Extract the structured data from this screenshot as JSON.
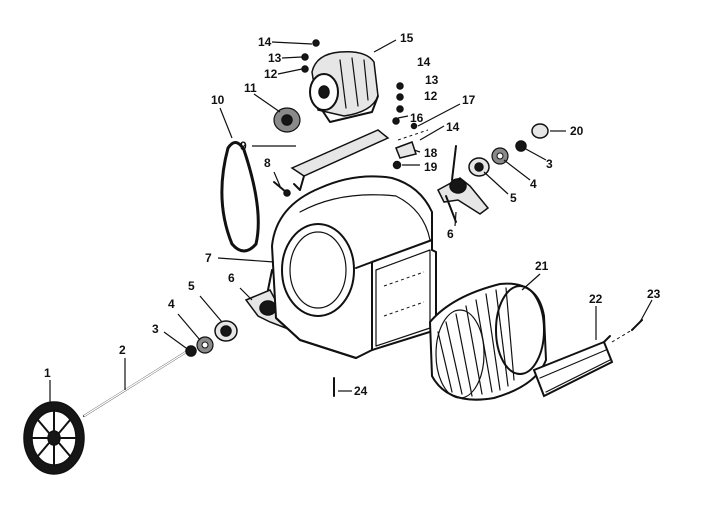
{
  "diagram": {
    "callouts": [
      {
        "id": "c1",
        "text": "1"
      },
      {
        "id": "c2",
        "text": "2"
      },
      {
        "id": "c3a",
        "text": "3"
      },
      {
        "id": "c4a",
        "text": "4"
      },
      {
        "id": "c5a",
        "text": "5"
      },
      {
        "id": "c6a",
        "text": "6"
      },
      {
        "id": "c7",
        "text": "7"
      },
      {
        "id": "c8",
        "text": "8"
      },
      {
        "id": "c9",
        "text": "9"
      },
      {
        "id": "c10",
        "text": "10"
      },
      {
        "id": "c11",
        "text": "11"
      },
      {
        "id": "c12a",
        "text": "12"
      },
      {
        "id": "c13a",
        "text": "13"
      },
      {
        "id": "c14a",
        "text": "14"
      },
      {
        "id": "c15",
        "text": "15"
      },
      {
        "id": "c14b",
        "text": "14"
      },
      {
        "id": "c13b",
        "text": "13"
      },
      {
        "id": "c12b",
        "text": "12"
      },
      {
        "id": "c16",
        "text": "16"
      },
      {
        "id": "c17",
        "text": "17"
      },
      {
        "id": "c14c",
        "text": "14"
      },
      {
        "id": "c18",
        "text": "18"
      },
      {
        "id": "c19",
        "text": "19"
      },
      {
        "id": "c20",
        "text": "20"
      },
      {
        "id": "c3b",
        "text": "3"
      },
      {
        "id": "c4b",
        "text": "4"
      },
      {
        "id": "c5b",
        "text": "5"
      },
      {
        "id": "c6b",
        "text": "6"
      },
      {
        "id": "c21",
        "text": "21"
      },
      {
        "id": "c22",
        "text": "22"
      },
      {
        "id": "c23",
        "text": "23"
      },
      {
        "id": "c24",
        "text": "24"
      }
    ]
  }
}
